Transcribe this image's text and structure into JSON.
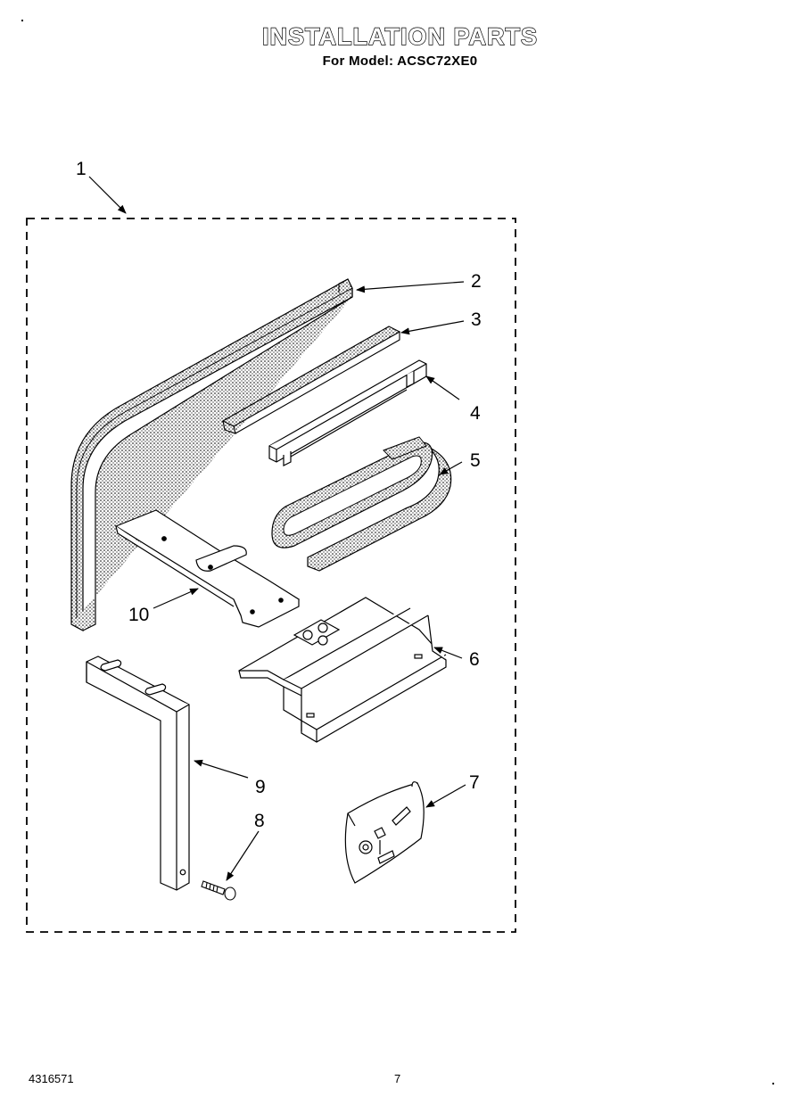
{
  "header": {
    "title": "INSTALLATION PARTS",
    "subtitle": "For Model: ACSC72XE0"
  },
  "callouts": [
    "1",
    "2",
    "3",
    "4",
    "5",
    "6",
    "7",
    "8",
    "9",
    "10"
  ],
  "footer": {
    "part_number": "4316571",
    "page_number": "7"
  },
  "colors": {
    "ink": "#000000",
    "paper": "#ffffff",
    "foam": "#bdbdbd"
  }
}
